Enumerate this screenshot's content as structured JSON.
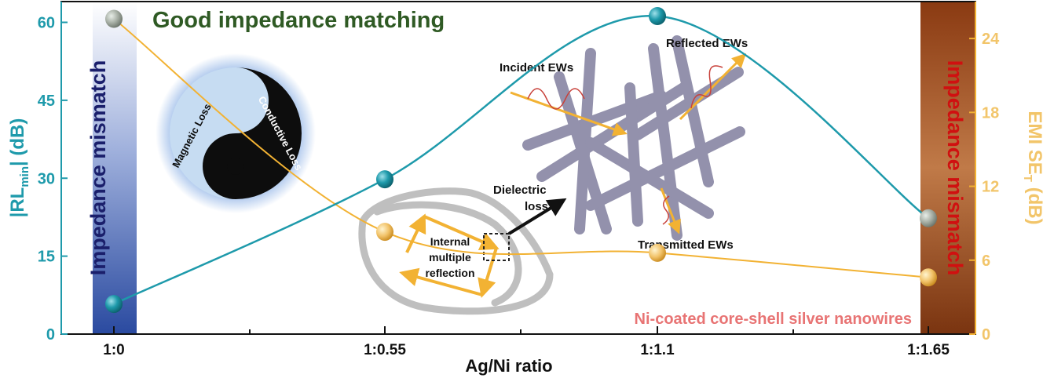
{
  "chart_data": {
    "type": "line",
    "title": "Good impedance matching",
    "categories": [
      "1:0",
      "1:0.55",
      "1:1.1",
      "1:1.65"
    ],
    "xlabel": "Ag/Ni ratio",
    "ylabel_left_main": "|RL",
    "ylabel_left_sub": "min",
    "ylabel_left_unit": "| (dB)",
    "ylabel_right_main": "EMI SE",
    "ylabel_right_sub": "T",
    "ylabel_right_unit": " (dB)",
    "left_ylim": [
      0,
      64
    ],
    "right_ylim": [
      0,
      27
    ],
    "left_ticks": [
      "0",
      "15",
      "30",
      "45",
      "60"
    ],
    "right_ticks": [
      "0",
      "6",
      "12",
      "18",
      "24"
    ],
    "series": [
      {
        "axis": "left",
        "color": "#1e9aab",
        "values": [
          5.8,
          29.8,
          61.2,
          22.3
        ]
      },
      {
        "axis": "right",
        "color": "#f2b233",
        "values": [
          25.6,
          8.3,
          6.6,
          4.6
        ]
      }
    ],
    "annotations": {
      "left_band": "Impedance mismatch",
      "right_band": "Impedance mismatch",
      "conductive_loss": "Conductive Loss",
      "magnetic_loss": "Magnetic Loss",
      "incident": "Incident EWs",
      "reflected": "Reflected EWs",
      "transmitted": "Transmitted EWs",
      "dielectric_1": "Dielectric",
      "dielectric_2": "loss",
      "imr_1": "Internal",
      "imr_2": "multiple",
      "imr_3": "reflection",
      "nanowires": "Ni-coated core-shell silver nanowires"
    }
  }
}
